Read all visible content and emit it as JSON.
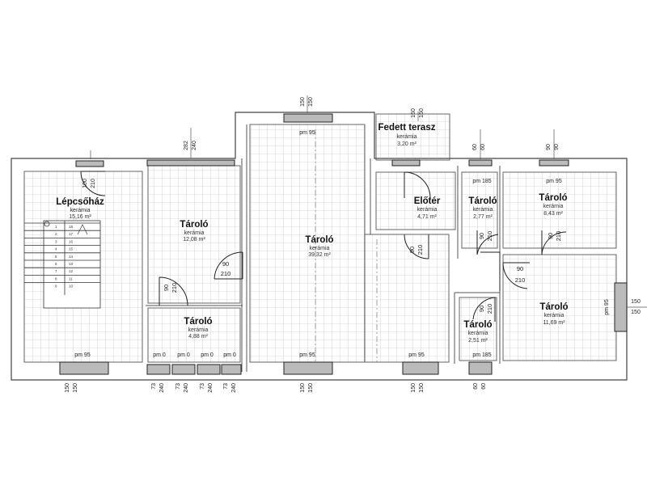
{
  "rooms": [
    {
      "name": "Lépcsőház",
      "floor": "kerámia",
      "area": "15,16 m²"
    },
    {
      "name": "Tároló",
      "floor": "kerámia",
      "area": "12,08 m²"
    },
    {
      "name": "Tároló",
      "floor": "kerámia",
      "area": "4,88 m²"
    },
    {
      "name": "Tároló",
      "floor": "kerámia",
      "area": "39,32 m²"
    },
    {
      "name": "Fedett terasz",
      "floor": "kerámia",
      "area": "3,20 m²"
    },
    {
      "name": "Előtér",
      "floor": "kerámia",
      "area": "4,71 m²"
    },
    {
      "name": "Tároló",
      "floor": "kerámia",
      "area": "2,77 m²"
    },
    {
      "name": "Tároló",
      "floor": "kerámia",
      "area": "8,43 m²"
    },
    {
      "name": "Tároló",
      "floor": "kerámia",
      "area": "11,69 m²"
    },
    {
      "name": "Tároló",
      "floor": "kerámia",
      "area": "2,51 m²"
    }
  ],
  "parapets": [
    "pm 95",
    "pm 0",
    "pm 185",
    "pm 95"
  ],
  "dims": {
    "v150": "150",
    "v282": "282",
    "v240": "240",
    "v60": "60",
    "v90": "90",
    "v73": "73",
    "v100": "100",
    "v210": "210"
  },
  "stairs": {
    "left": [
      "1",
      "2",
      "3",
      "4",
      "5",
      "6",
      "7",
      "8",
      "9"
    ],
    "right": [
      "18",
      "17",
      "16",
      "15",
      "14",
      "13",
      "12",
      "11",
      "10"
    ]
  }
}
